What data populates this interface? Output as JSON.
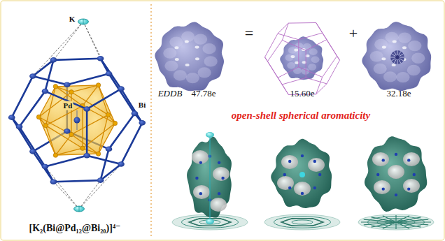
{
  "diagram": {
    "labels": [
      "K",
      "Pd",
      "Bi",
      "[K₂(Bi@Pd₁₂@Bi₂₀)]⁴⁻",
      "EDDB",
      "47.78e",
      "=",
      "15.60e",
      "+",
      "32.18e",
      "open-shell spherical aromaticity"
    ]
  }
}
